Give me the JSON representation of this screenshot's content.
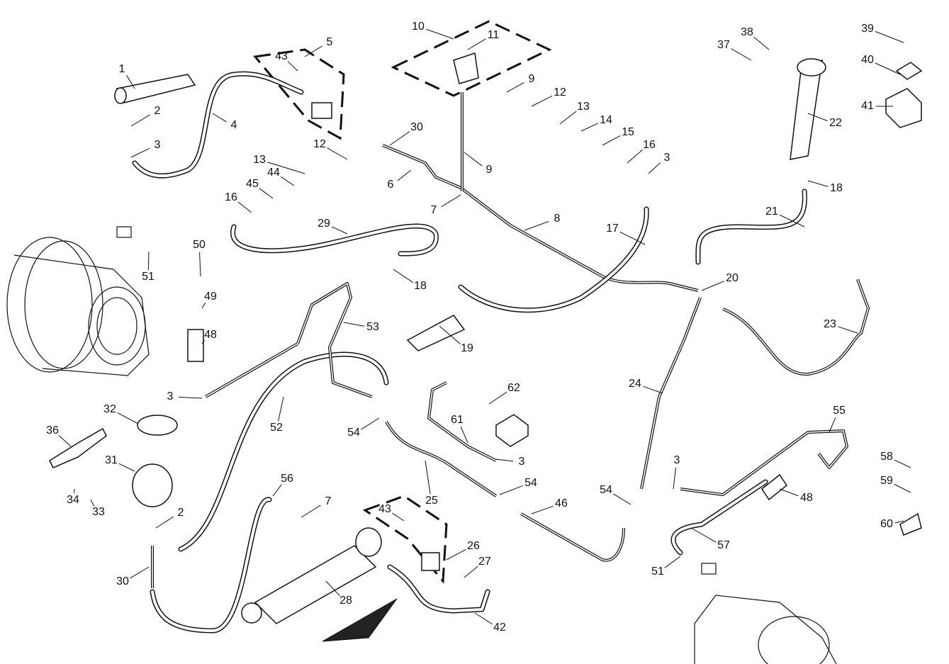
{
  "diagram": {
    "type": "exploded parts diagram (hydraulic lines)",
    "callouts": [
      "1",
      "2",
      "3",
      "4",
      "5",
      "43",
      "10",
      "11",
      "9",
      "12",
      "13",
      "14",
      "15",
      "16",
      "3",
      "30",
      "12",
      "13",
      "44",
      "45",
      "16",
      "9",
      "6",
      "7",
      "8",
      "17",
      "29",
      "18",
      "19",
      "50",
      "51",
      "49",
      "48",
      "3",
      "53",
      "52",
      "32",
      "36",
      "31",
      "34",
      "33",
      "2",
      "30",
      "56",
      "7",
      "43",
      "26",
      "27",
      "28",
      "42",
      "25",
      "54",
      "61",
      "62",
      "3",
      "54",
      "46",
      "54",
      "3",
      "24",
      "20",
      "21",
      "22",
      "18",
      "23",
      "37",
      "38",
      "39",
      "40",
      "41",
      "55",
      "48",
      "57",
      "51",
      "58",
      "59",
      "60"
    ],
    "line_color": "#111111",
    "background": "#ffffff"
  }
}
